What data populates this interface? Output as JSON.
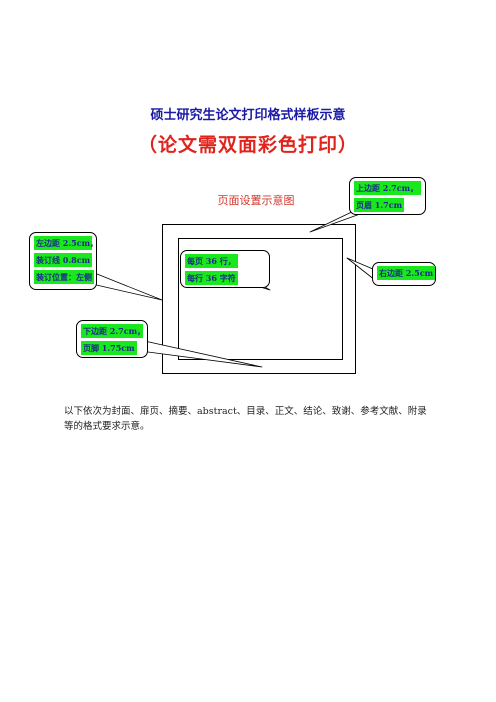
{
  "document": {
    "title": "硕士研究生论文打印格式样板示意",
    "subtitle": "（论文需双面彩色打印）"
  },
  "diagram": {
    "title": "页面设置示意图",
    "callouts": {
      "top": {
        "line1": "上边距 2.7cm，",
        "line2": "页眉 1.7cm"
      },
      "left": {
        "line1": "左边距 2.5cm，",
        "line2": "装订线 0.8cm",
        "line3": "装订位置：左侧"
      },
      "center": {
        "line1": "每页 36 行，",
        "line2": "每行 36 字符"
      },
      "right": {
        "line1": "右边距 2.5cm"
      },
      "bottom": {
        "line1": "下边距 2.7cm，",
        "line2": "页脚 1.75cm"
      }
    },
    "colors": {
      "highlight": "#19e81d",
      "title": "#1a1aa6",
      "subtitle": "#e0241b"
    }
  },
  "body": {
    "intro": "以下依次为封面、扉页、摘要、abstract、目录、正文、结论、致谢、参考文献、附录等的格式要求示意。"
  }
}
